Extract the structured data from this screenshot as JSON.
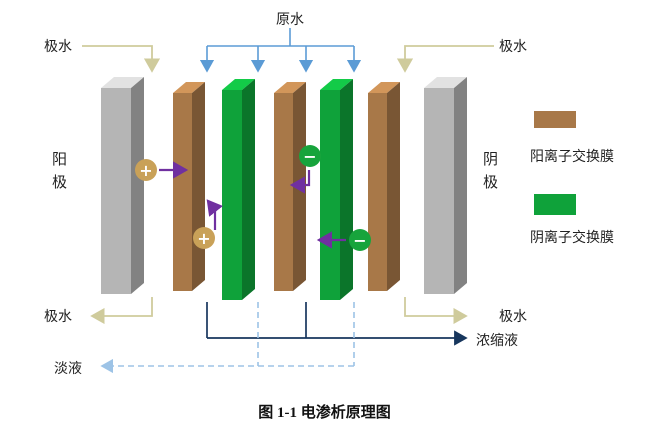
{
  "diagram": {
    "caption": "图 1-1 电渗析原理图",
    "labels": {
      "raw_water": "原水",
      "polar_water": "极水",
      "anode": "阳极",
      "cathode": "阴极",
      "concentrate": "浓缩液",
      "dilute": "淡液"
    },
    "ions": {
      "cation_symbol": "+",
      "anion_symbol": "−"
    },
    "legend": [
      {
        "label": "阳离子交换膜",
        "color": "#A87848"
      },
      {
        "label": "阴离子交换膜",
        "color": "#0FA23A"
      }
    ],
    "colors": {
      "electrode": "#B5B5B5",
      "cation_membrane": "#A87848",
      "anion_membrane": "#0FA23A",
      "raw_water_line": "#5B9BD5",
      "polar_water_line": "#CFCB9C",
      "concentrate_line": "#17365D",
      "dilute_line": "#9DC3E6",
      "ion_arrow": "#7030A0",
      "cation_ion": "#C9A158",
      "anion_ion": "#17A43C",
      "text": "#222222"
    }
  }
}
